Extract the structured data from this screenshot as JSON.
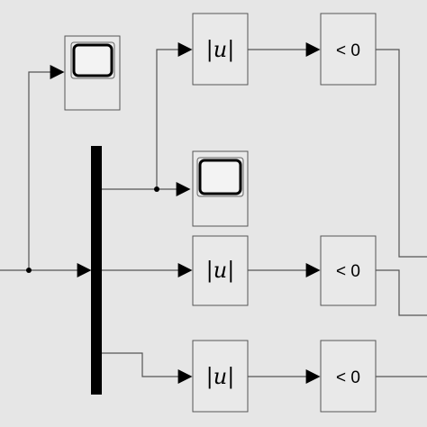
{
  "diagram": {
    "background": "#e6e6e6",
    "block_fill": "#e9e9e9",
    "line_color": "#555555",
    "scope_icon": "scope-icon",
    "abs_blocks": [
      {
        "bar_left": "|",
        "var": "u",
        "bar_right": "|"
      },
      {
        "bar_left": "|",
        "var": "u",
        "bar_right": "|"
      },
      {
        "bar_left": "|",
        "var": "u",
        "bar_right": "|"
      }
    ],
    "compare_blocks": [
      {
        "label": "< 0"
      },
      {
        "label": "< 0"
      },
      {
        "label": "< 0"
      }
    ]
  }
}
